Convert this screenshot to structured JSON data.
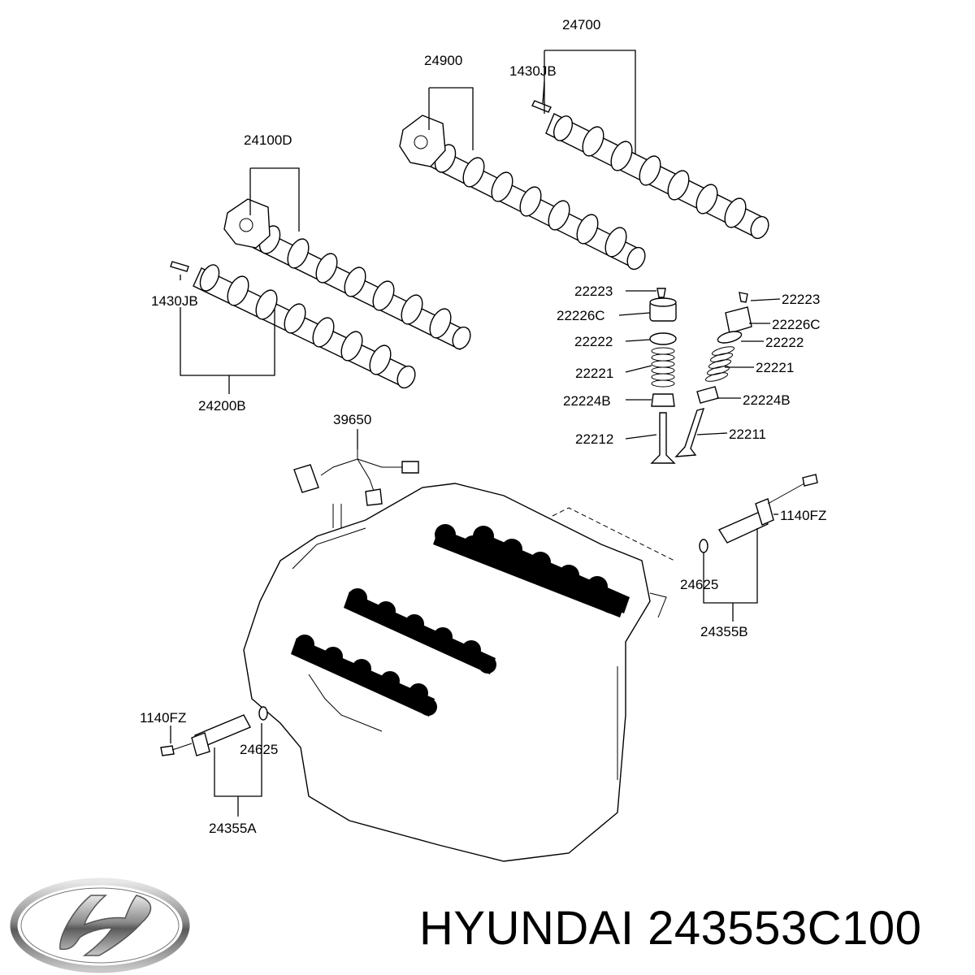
{
  "caption": {
    "brand": "HYUNDAI",
    "part_number": "243553C100"
  },
  "logo": {
    "icon": "hyundai-logo-icon"
  },
  "labels": {
    "camshaft_exhaust_rh": "24700",
    "camshaft_intake_rh": "24900",
    "dowel_pin_top": "1430JB",
    "camshaft_intake_lh": "24100D",
    "dowel_pin_left": "1430JB",
    "camshaft_exhaust_lh": "24200B",
    "retainer_lock_left": "22223",
    "retainer_lock_right": "22223",
    "tappet_left": "22226C",
    "tappet_right": "22226C",
    "spring_retainer_left": "22222",
    "spring_retainer_right": "22222",
    "valve_spring_left": "22221",
    "valve_spring_right": "22221",
    "stem_seal_left": "22224B",
    "stem_seal_right": "22224B",
    "exhaust_valve": "22212",
    "intake_valve": "22211",
    "wiring_harness": "39650",
    "bolt_right": "1140FZ",
    "oring_right": "24625",
    "ocv_right": "24355B",
    "bolt_left": "1140FZ",
    "oring_left": "24625",
    "ocv_left": "24355A"
  }
}
